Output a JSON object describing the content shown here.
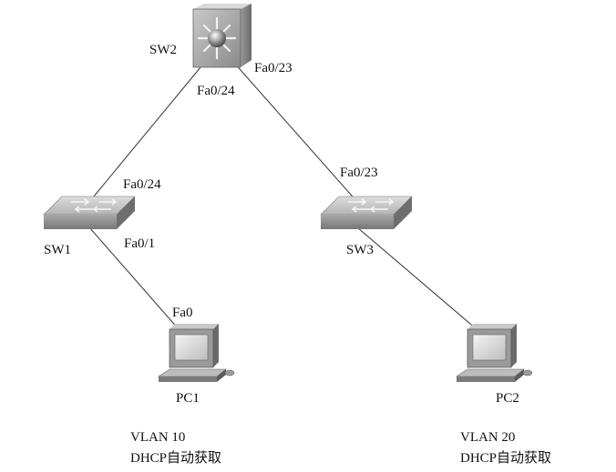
{
  "devices": {
    "sw2": {
      "name": "SW2"
    },
    "sw1": {
      "name": "SW1"
    },
    "sw3": {
      "name": "SW3"
    },
    "pc1": {
      "name": "PC1"
    },
    "pc2": {
      "name": "PC2"
    }
  },
  "ports": {
    "sw2_fa024": "Fa0/24",
    "sw2_fa023": "Fa0/23",
    "sw1_fa024": "Fa0/24",
    "sw1_fa01": "Fa0/1",
    "pc1_fa0": "Fa0",
    "sw3_fa023": "Fa0/23"
  },
  "notes": {
    "pc1_vlan": "VLAN 10",
    "pc1_dhcp": "DHCP自动获取",
    "pc2_vlan": "VLAN 20",
    "pc2_dhcp": "DHCP自动获取"
  },
  "icons": {
    "sw2": "multilayer-switch-icon",
    "sw1": "switch-icon",
    "sw3": "switch-icon",
    "pc1": "pc-icon",
    "pc2": "pc-icon"
  }
}
